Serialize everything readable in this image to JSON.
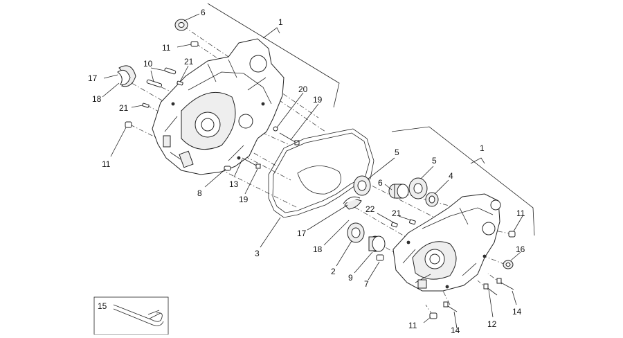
{
  "callouts": [
    {
      "id": "c1a",
      "text": "1"
    },
    {
      "id": "c1b",
      "text": "1"
    },
    {
      "id": "c2",
      "text": "2"
    },
    {
      "id": "c3",
      "text": "3"
    },
    {
      "id": "c4",
      "text": "4"
    },
    {
      "id": "c5a",
      "text": "5"
    },
    {
      "id": "c5b",
      "text": "5"
    },
    {
      "id": "c6a",
      "text": "6"
    },
    {
      "id": "c6b",
      "text": "6"
    },
    {
      "id": "c7",
      "text": "7"
    },
    {
      "id": "c8",
      "text": "8"
    },
    {
      "id": "c9",
      "text": "9"
    },
    {
      "id": "c10",
      "text": "10"
    },
    {
      "id": "c11a",
      "text": "11"
    },
    {
      "id": "c11b",
      "text": "11"
    },
    {
      "id": "c11c",
      "text": "11"
    },
    {
      "id": "c11d",
      "text": "11"
    },
    {
      "id": "c12",
      "text": "12"
    },
    {
      "id": "c13",
      "text": "13"
    },
    {
      "id": "c14a",
      "text": "14"
    },
    {
      "id": "c14b",
      "text": "14"
    },
    {
      "id": "c15",
      "text": "15"
    },
    {
      "id": "c16",
      "text": "16"
    },
    {
      "id": "c17a",
      "text": "17"
    },
    {
      "id": "c17b",
      "text": "17"
    },
    {
      "id": "c18a",
      "text": "18"
    },
    {
      "id": "c18b",
      "text": "18"
    },
    {
      "id": "c19a",
      "text": "19"
    },
    {
      "id": "c19b",
      "text": "19"
    },
    {
      "id": "c20",
      "text": "20"
    },
    {
      "id": "c21a",
      "text": "21"
    },
    {
      "id": "c21b",
      "text": "21"
    },
    {
      "id": "c21c",
      "text": "21"
    },
    {
      "id": "c22",
      "text": "22"
    }
  ]
}
